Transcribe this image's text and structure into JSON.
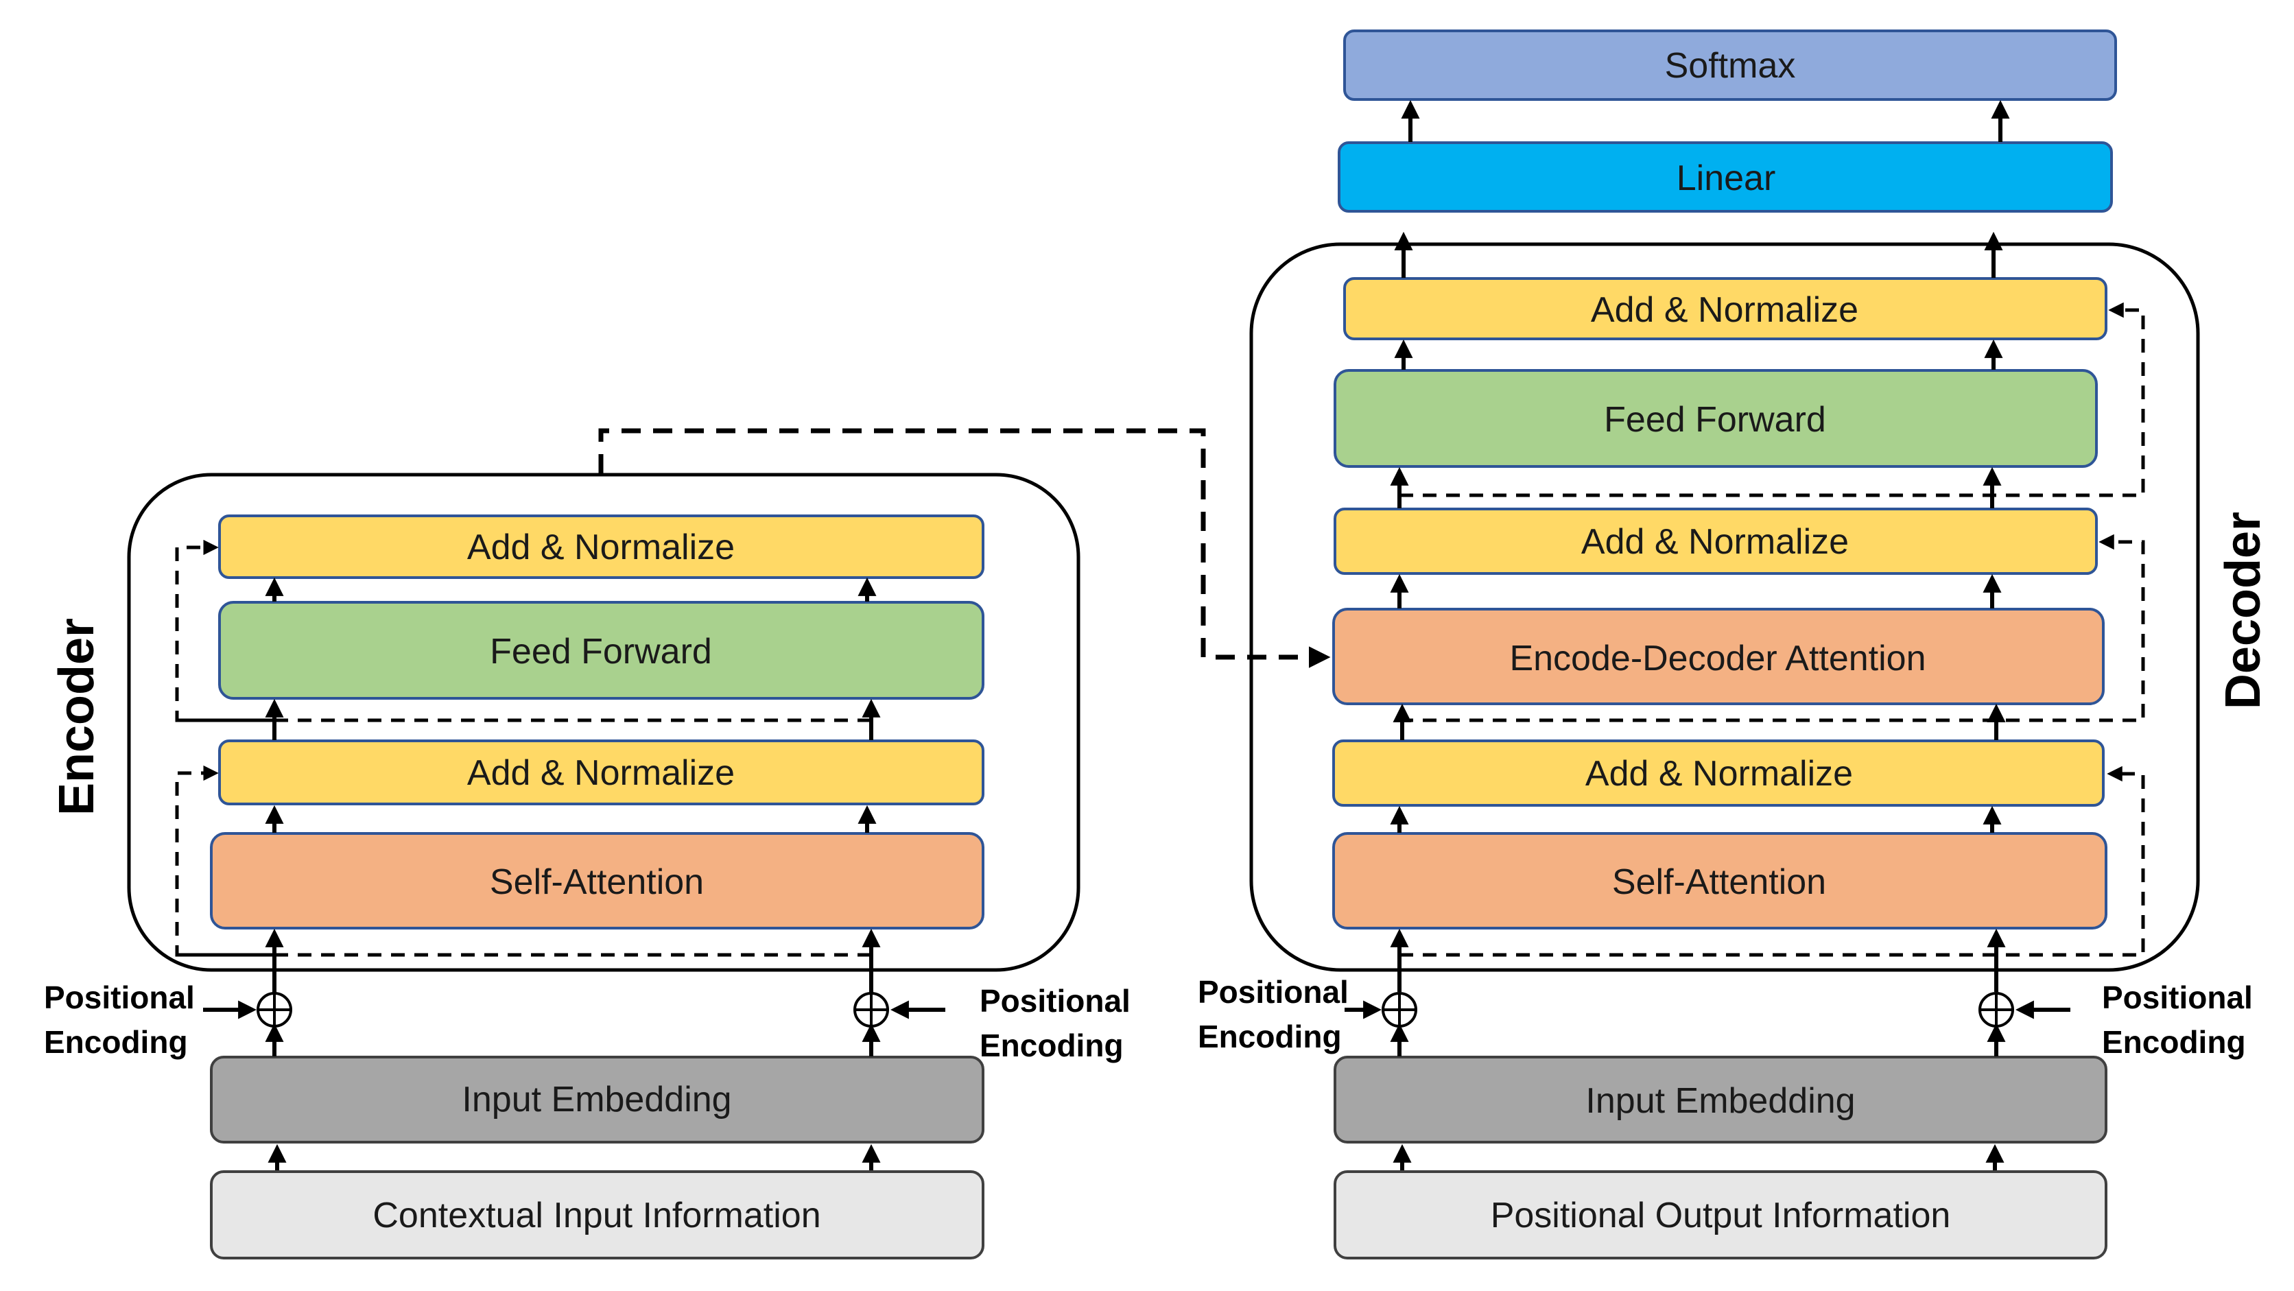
{
  "encoder": {
    "title": "Encoder",
    "add_norm_top": "Add & Normalize",
    "feed_forward": "Feed Forward",
    "add_norm_bottom": "Add & Normalize",
    "self_attention": "Self-Attention",
    "pe_left_line1": "Positional",
    "pe_left_line2": "Encoding",
    "pe_right_line1": "Positional",
    "pe_right_line2": "Encoding",
    "input_embedding": "Input Embedding",
    "input_information": "Contextual Input Information"
  },
  "decoder": {
    "title": "Decoder",
    "softmax": "Softmax",
    "linear": "Linear",
    "add_norm_top": "Add & Normalize",
    "feed_forward": "Feed Forward",
    "add_norm_middle": "Add & Normalize",
    "enc_dec_attention": "Encode-Decoder Attention",
    "add_norm_bottom": "Add & Normalize",
    "self_attention": "Self-Attention",
    "pe_left_line1": "Positional",
    "pe_left_line2": "Encoding",
    "pe_right_line1": "Positional",
    "pe_right_line2": "Encoding",
    "input_embedding": "Input Embedding",
    "output_information": "Positional Output Information"
  },
  "colors": {
    "add_normalize": "#ffd966",
    "feed_forward": "#a9d18e",
    "attention": "#f4b183",
    "embedding": "#a6a6a6",
    "information": "#e7e7e7",
    "linear": "#00b0f0",
    "softmax": "#8faadc"
  }
}
